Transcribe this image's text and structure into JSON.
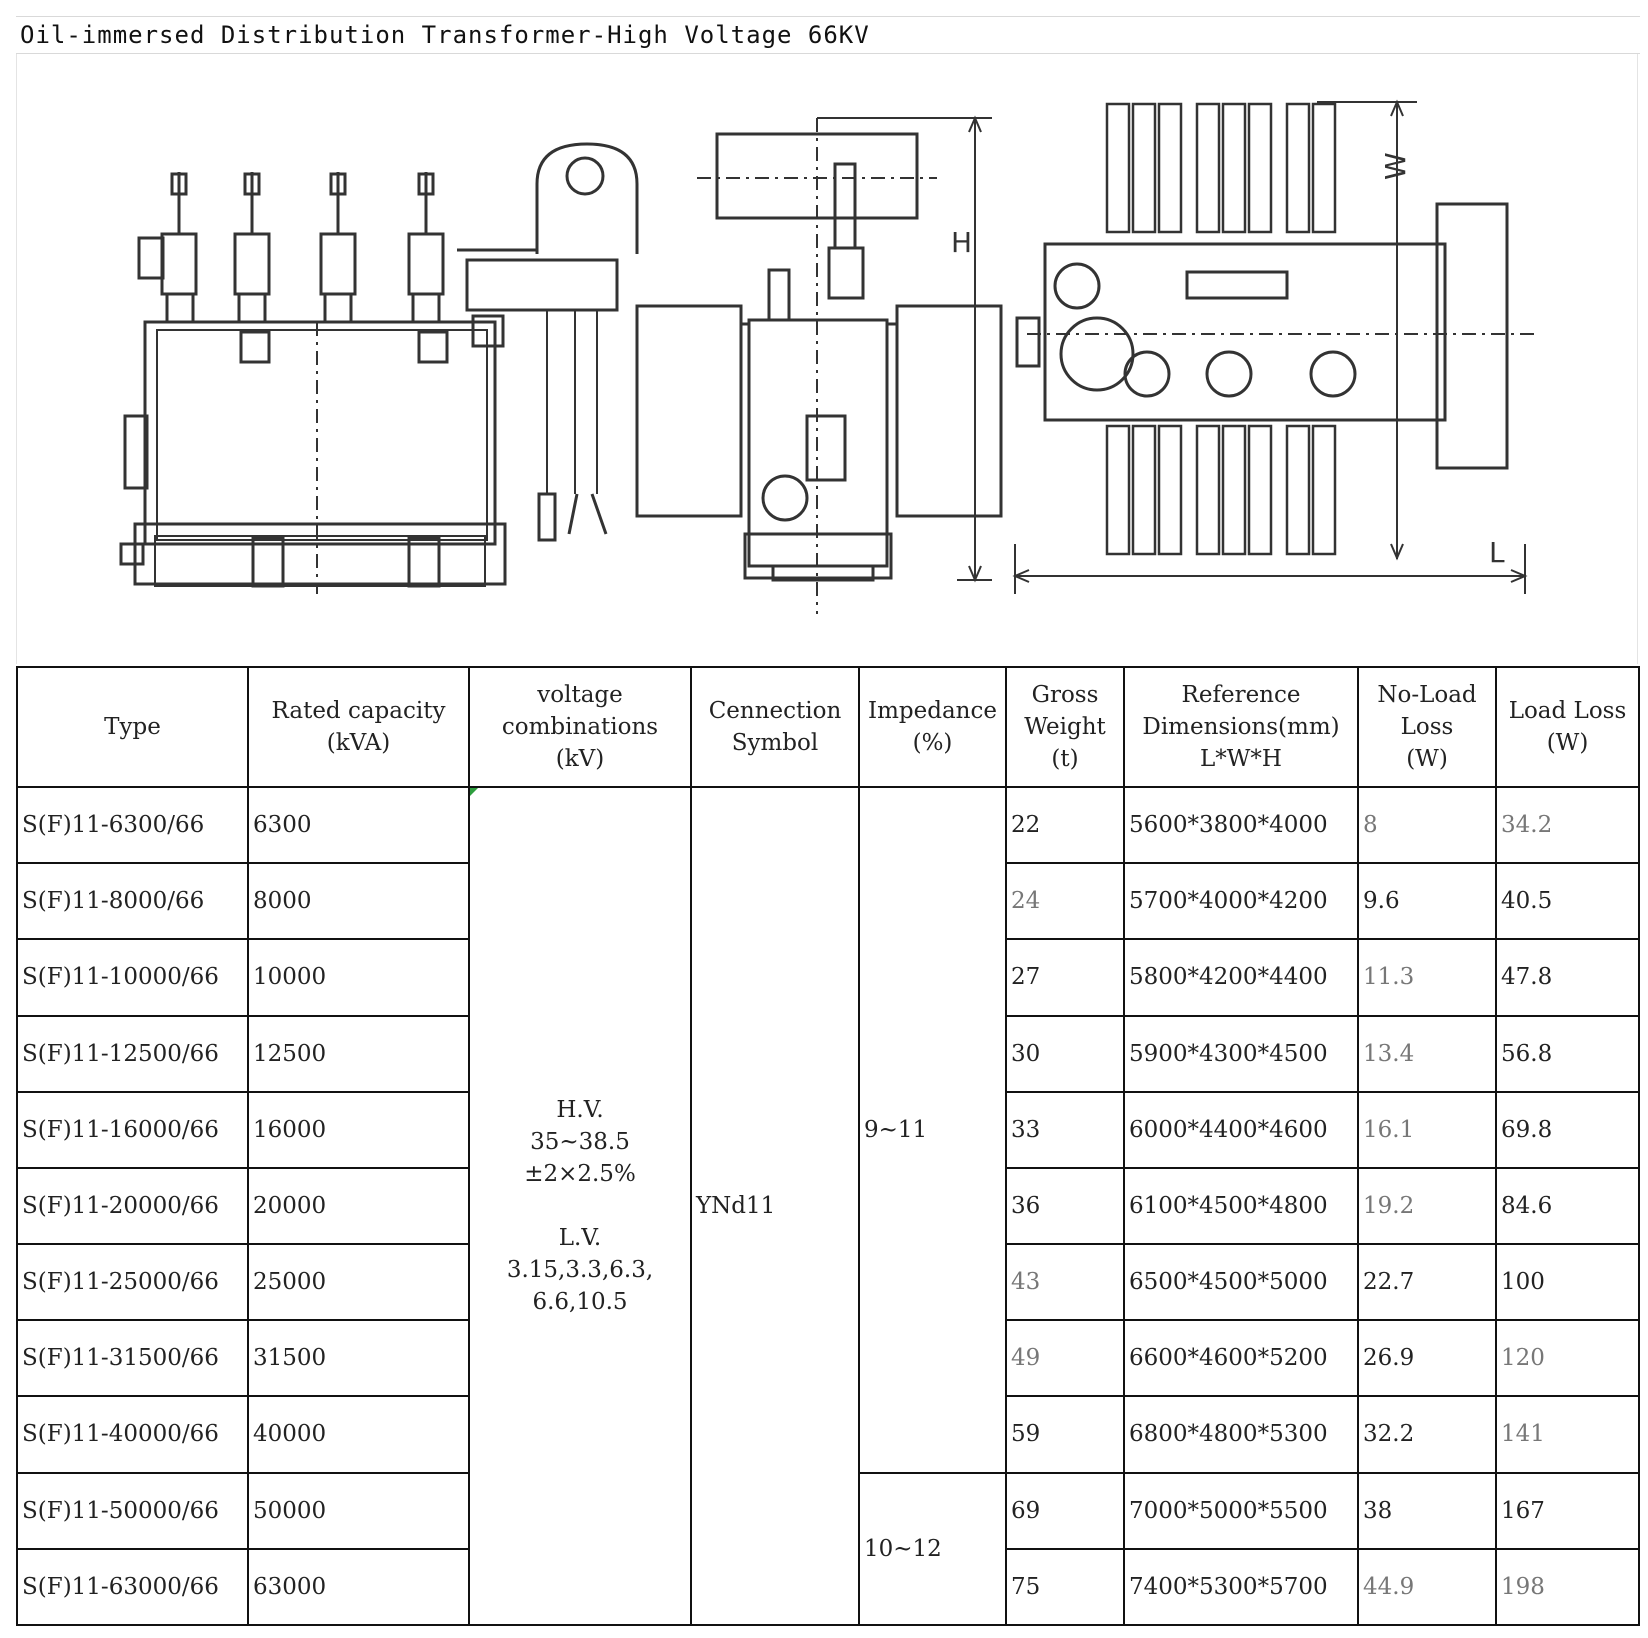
{
  "page": {
    "title": "Oil-immersed Distribution Transformer-High Voltage 66KV"
  },
  "drawing": {
    "icon": "transformer-outline-drawing-icon",
    "dimension_labels": [
      "H",
      "W",
      "L"
    ]
  },
  "table": {
    "headers": {
      "type": "Type",
      "capacity_1": "Rated capacity",
      "capacity_2": "(kVA)",
      "voltage_1": "voltage",
      "voltage_2": "combinations",
      "voltage_3": "(kV)",
      "conn_1": "Cennection",
      "conn_2": "Symbol",
      "imp_1": "Impedance",
      "imp_2": "(%)",
      "weight_1": "Gross",
      "weight_2": "Weight",
      "weight_3": "(t)",
      "dims_1": "Reference",
      "dims_2": "Dimensions(mm)",
      "dims_3": "L*W*H",
      "noload_1": "No-Load",
      "noload_2": "Loss",
      "noload_3": "(W)",
      "load_1": "Load Loss",
      "load_2": "(W)"
    },
    "voltage": {
      "hv_label": "H.V.",
      "hv_range": "35~38.5",
      "hv_tap": "±2×2.5%",
      "lv_label": "L.V.",
      "lv_line1": "3.15,3.3,6.3,",
      "lv_line2": "6.6,10.5"
    },
    "connection": "YNd11",
    "impedance_groups": [
      "9~11",
      "10~12"
    ],
    "rows": [
      {
        "type": "S(F)11-6300/66",
        "capacity": "6300",
        "weight": "22",
        "dims": "5600*3800*4000",
        "noload": "8",
        "load": "34.2"
      },
      {
        "type": "S(F)11-8000/66",
        "capacity": "8000",
        "weight": "24",
        "dims": "5700*4000*4200",
        "noload": "9.6",
        "load": "40.5"
      },
      {
        "type": "S(F)11-10000/66",
        "capacity": "10000",
        "weight": "27",
        "dims": "5800*4200*4400",
        "noload": "11.3",
        "load": "47.8"
      },
      {
        "type": "S(F)11-12500/66",
        "capacity": "12500",
        "weight": "30",
        "dims": "5900*4300*4500",
        "noload": "13.4",
        "load": "56.8"
      },
      {
        "type": "S(F)11-16000/66",
        "capacity": "16000",
        "weight": "33",
        "dims": "6000*4400*4600",
        "noload": "16.1",
        "load": "69.8"
      },
      {
        "type": "S(F)11-20000/66",
        "capacity": "20000",
        "weight": "36",
        "dims": "6100*4500*4800",
        "noload": "19.2",
        "load": "84.6"
      },
      {
        "type": "S(F)11-25000/66",
        "capacity": "25000",
        "weight": "43",
        "dims": "6500*4500*5000",
        "noload": "22.7",
        "load": "100"
      },
      {
        "type": "S(F)11-31500/66",
        "capacity": "31500",
        "weight": "49",
        "dims": "6600*4600*5200",
        "noload": "26.9",
        "load": "120"
      },
      {
        "type": "S(F)11-40000/66",
        "capacity": "40000",
        "weight": "59",
        "dims": "6800*4800*5300",
        "noload": "32.2",
        "load": "141"
      },
      {
        "type": "S(F)11-50000/66",
        "capacity": "50000",
        "weight": "69",
        "dims": "7000*5000*5500",
        "noload": "38",
        "load": "167"
      },
      {
        "type": "S(F)11-63000/66",
        "capacity": "63000",
        "weight": "75",
        "dims": "7400*5300*5700",
        "noload": "44.9",
        "load": "198"
      }
    ]
  }
}
